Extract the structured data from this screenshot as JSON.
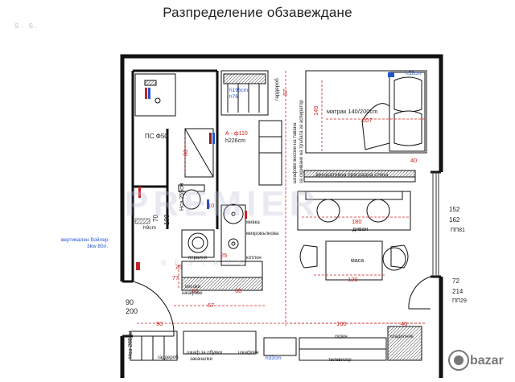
{
  "title": "Разпределение обзавеждане",
  "watermark_corner": "s. s.",
  "watermark_center": "PREMIER",
  "watermark_center_sub": "R E S T A T E",
  "logo_text": "bazar",
  "colors": {
    "wall": "#111111",
    "dim_red": "#cc2222",
    "blue": "#2255cc",
    "dark_red": "#8b1a1a",
    "watermark": "#bfc3d6"
  },
  "labels": {
    "gardrob_top": "гардероб",
    "h195": "h195cm",
    "h_small": "h76",
    "mattress": "матрак 140/200cm",
    "ps": "ПС Ф50",
    "af110": "А - ф110",
    "h226": "h226cm",
    "cabinet_vert": "шкафове високи на тавана",
    "cabinet_vert2": "за скриване на тръбата за аспиратор",
    "deco": "декоративна преградна стена",
    "divan": "диван",
    "masa": "маса",
    "nsa255": "Нса 255см",
    "n70": "70",
    "n198": "198",
    "h9": "h9cm",
    "boiler1": "вертикален бойлер",
    "boiler2": "3kw 80л.",
    "peralnya": "пералня",
    "mivka": "мивка",
    "mikrovalnova": "микровълнова",
    "kotlon": "котлон",
    "visoki": "високи",
    "shkafove": "шкафове",
    "n90": "90",
    "n200": "200",
    "n152": "152",
    "n162": "162",
    "pp81": "ПП81",
    "n72": "72",
    "n214": "214",
    "pp29": "ПП29",
    "nsa265": "Нса 265см",
    "gardrob_bottom": "гардероб",
    "shoes1": "шкаф за обувки",
    "shoes2": "закачалки",
    "shkafove_b": "шкафове",
    "h32": "h32cm",
    "skrin": "скрин",
    "televizor": "телевизор",
    "kladilnik": "хладилник",
    "h52": "h52cm",
    "d145": "145",
    "d207": "207",
    "d87": "87",
    "d40": "40",
    "d180": "180",
    "d120": "120",
    "d60a": "60",
    "d60b": "60",
    "d67": "67",
    "d90b": "90",
    "d160": "160",
    "d46": "46",
    "d80": "80",
    "d25a": "25",
    "d25b": "25",
    "d77": "77",
    "d10": "10"
  }
}
